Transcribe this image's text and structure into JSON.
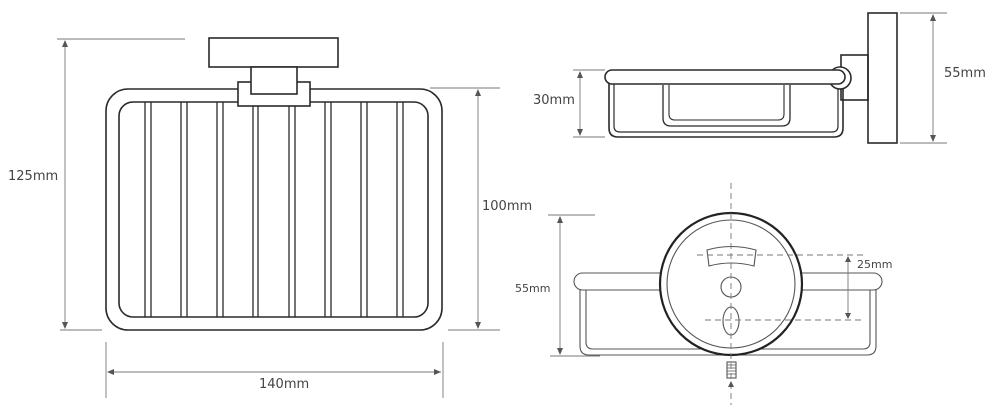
{
  "front_view": {
    "height_total": "125mm",
    "height_basket": "100mm",
    "width": "140mm"
  },
  "side_view": {
    "basket_depth": "30mm",
    "plate_height": "55mm"
  },
  "back_view": {
    "mount_height": "55mm",
    "hole_spacing": "25mm"
  },
  "colors": {
    "line": "#2a2a2a",
    "dimension": "#777777"
  }
}
